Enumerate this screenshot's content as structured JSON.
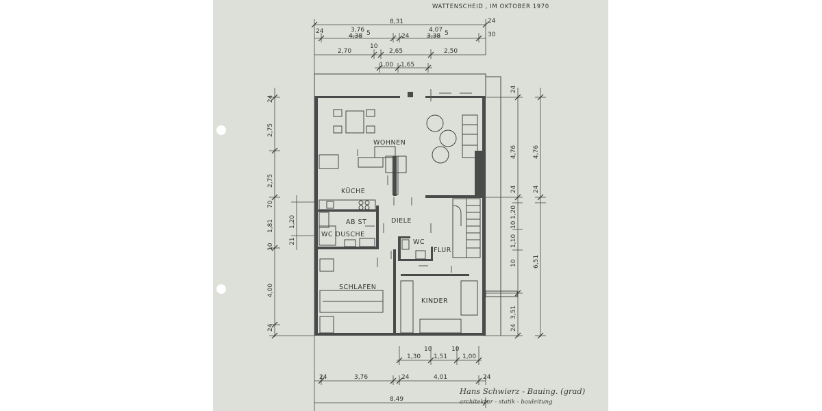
{
  "header": {
    "place_date": "WATTENSCHEID , IM OKTOBER 1970"
  },
  "rooms": {
    "wohnen": "WOHNEN",
    "kueche": "KÜCHE",
    "abst": "AB ST",
    "diele": "DIELE",
    "wc_dusche": "WC DUSCHE",
    "wc": "WC",
    "flur": "FLUR",
    "schlafen": "SCHLAFEN",
    "kinder": "KINDER"
  },
  "dims_top": {
    "total": "8,31",
    "r1_left": "24",
    "r1_a": "3,76",
    "r1_a_struck": "4,38",
    "r1_a_sup": "5",
    "r1_mid": "24",
    "r1_b": "4,07",
    "r1_b_struck": "3,38",
    "r1_b_sup": "5",
    "r1_right_top": "24",
    "r1_right": "30",
    "r2_a": "2,70",
    "r2_10": "10",
    "r2_b": "2,65",
    "r2_c": "2,50",
    "r3_a": "1,00",
    "r3_b": "1,65"
  },
  "dims_left": [
    "24",
    "2,75",
    "2,75",
    "70",
    "1,81",
    "1,20",
    "21",
    "10",
    "4,00",
    "24"
  ],
  "dims_right_inner": [
    "24",
    "4,76",
    "24",
    "10",
    "1,20",
    "1,10",
    "10",
    "3,51",
    "24"
  ],
  "dims_right_outer": [
    "4,76",
    "24",
    "6,51"
  ],
  "dims_bottom": {
    "b1_10a": "10",
    "b1_a": "1,30",
    "b1_b": "1,51",
    "b1_10b": "10",
    "b1_c": "1,00",
    "b2_24a": "24",
    "b2_a": "3,76",
    "b2_24b": "24",
    "b2_b": "4,01",
    "b2_24c": "24",
    "total": "8,49"
  },
  "signature": {
    "name": "Hans Schwierz - Bauing. (grad)",
    "sub": "architektur - statik - bauleitung"
  }
}
